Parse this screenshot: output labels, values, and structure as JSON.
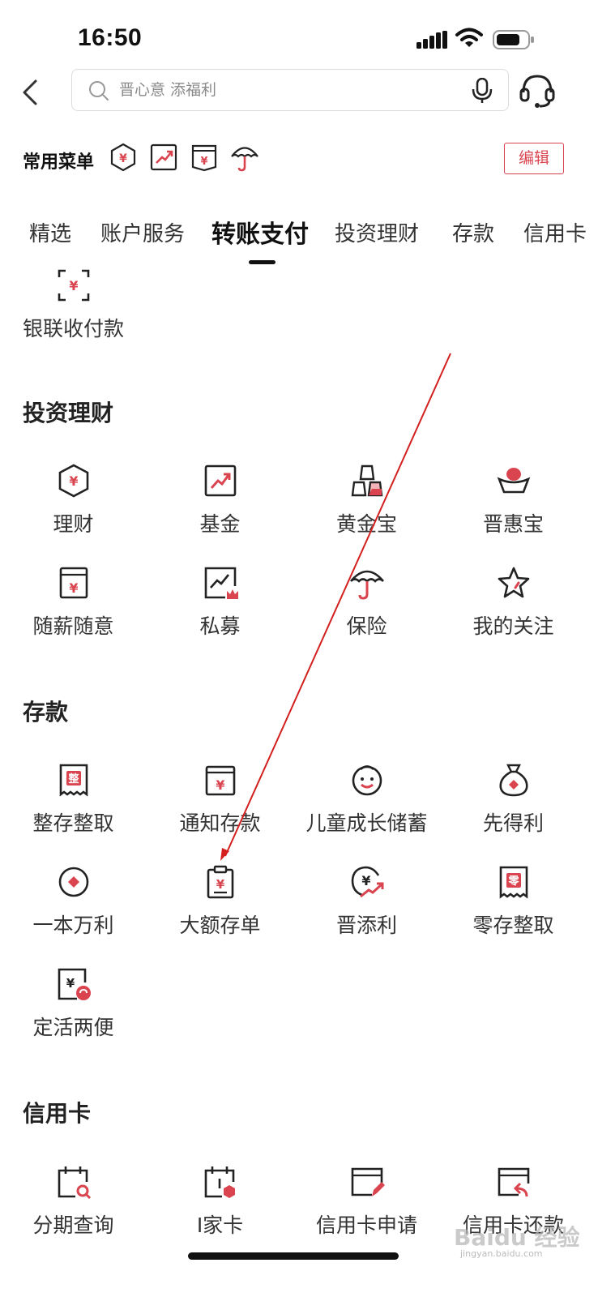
{
  "status": {
    "time": "16:50"
  },
  "search": {
    "placeholder": "晋心意 添福利"
  },
  "common_menu": {
    "label": "常用菜单",
    "edit_label": "编辑"
  },
  "tabs": [
    {
      "label": "精选"
    },
    {
      "label": "账户服务"
    },
    {
      "label": "转账支付",
      "active": true
    },
    {
      "label": "投资理财"
    },
    {
      "label": "存款"
    },
    {
      "label": "信用卡"
    }
  ],
  "transfer": {
    "items": [
      {
        "label": "银联收付款",
        "icon": "scan-yuan-icon"
      }
    ]
  },
  "invest": {
    "title": "投资理财",
    "items": [
      {
        "label": "理财",
        "icon": "hexagon-yuan-icon"
      },
      {
        "label": "基金",
        "icon": "trend-chart-icon"
      },
      {
        "label": "黄金宝",
        "icon": "gold-bars-icon"
      },
      {
        "label": "晋惠宝",
        "icon": "ingot-icon"
      },
      {
        "label": "随薪随意",
        "icon": "wallet-yuan-icon"
      },
      {
        "label": "私募",
        "icon": "chart-crown-icon"
      },
      {
        "label": "保险",
        "icon": "umbrella-icon"
      },
      {
        "label": "我的关注",
        "icon": "star-icon"
      }
    ]
  },
  "deposit": {
    "title": "存款",
    "items": [
      {
        "label": "整存整取",
        "icon": "receipt-icon"
      },
      {
        "label": "通知存款",
        "icon": "box-yuan-icon"
      },
      {
        "label": "儿童成长储蓄",
        "icon": "child-face-icon"
      },
      {
        "label": "先得利",
        "icon": "money-bag-icon"
      },
      {
        "label": "一本万利",
        "icon": "coin-diamond-icon"
      },
      {
        "label": "大额存单",
        "icon": "clipboard-yuan-icon"
      },
      {
        "label": "晋添利",
        "icon": "yuan-growth-icon"
      },
      {
        "label": "零存整取",
        "icon": "receipt-zero-icon"
      },
      {
        "label": "定活两便",
        "icon": "doc-refresh-icon"
      }
    ]
  },
  "credit": {
    "title": "信用卡",
    "items": [
      {
        "label": "分期查询",
        "icon": "calendar-search-icon"
      },
      {
        "label": "I家卡",
        "icon": "calendar-info-icon"
      },
      {
        "label": "信用卡申请",
        "icon": "card-pen-icon"
      },
      {
        "label": "信用卡还款",
        "icon": "card-return-icon"
      }
    ]
  },
  "watermark": {
    "text": "Baidu 经验",
    "sub": "jingyan.baidu.com"
  },
  "colors": {
    "accent": "#d9444f",
    "text": "#333333",
    "icon_stroke": "#222222"
  }
}
